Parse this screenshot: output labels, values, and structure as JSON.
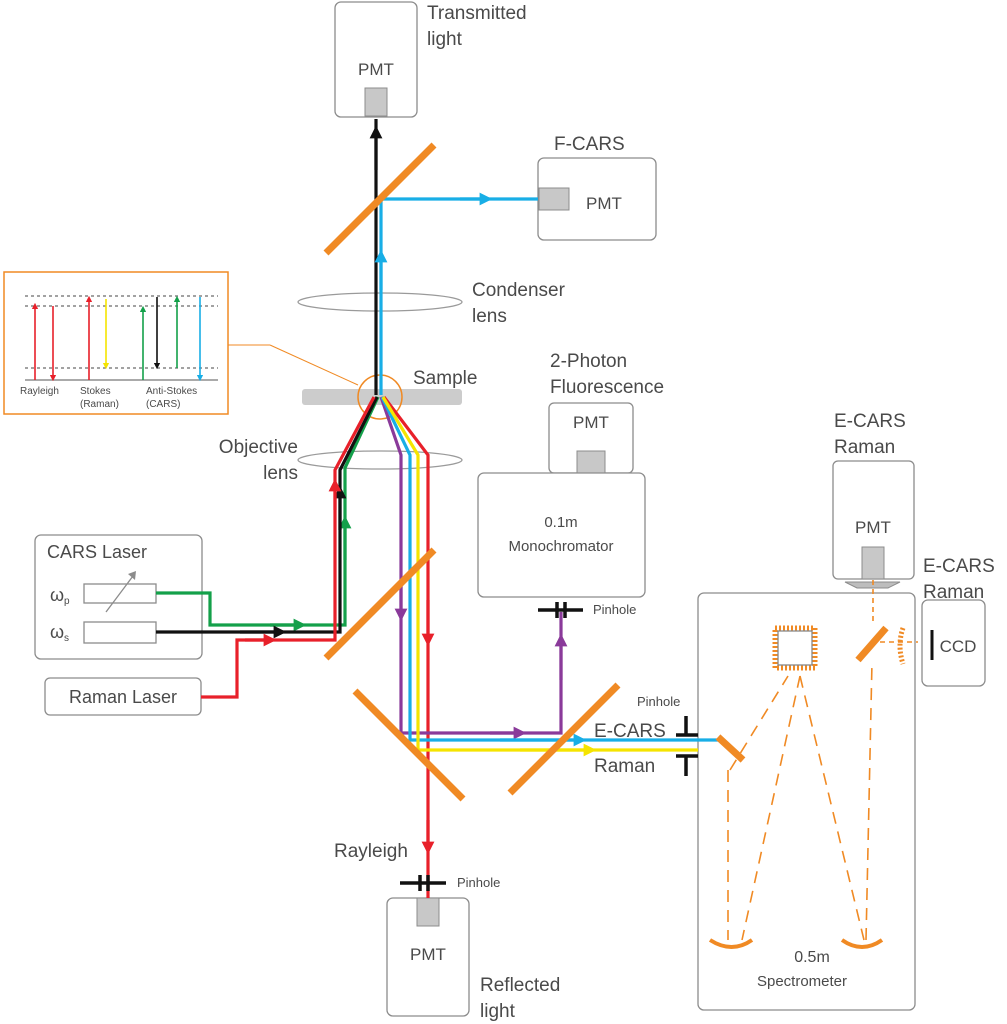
{
  "labels": {
    "transmitted": [
      "Transmitted",
      "light"
    ],
    "fcars": "F-CARS",
    "condenser": [
      "Condenser",
      "lens"
    ],
    "sample": "Sample",
    "two_photon": [
      "2-Photon",
      "Fluorescence"
    ],
    "objective": [
      "Objective",
      "lens"
    ],
    "ecars_raman_top": [
      "E-CARS",
      "Raman"
    ],
    "ecars_raman_side": [
      "E-CARS",
      "Raman"
    ],
    "ecars_slit": "E-CARS",
    "raman_slit": "Raman",
    "rayleigh": "Rayleigh",
    "reflected": [
      "Reflected",
      "light"
    ],
    "cars_laser": "CARS Laser",
    "omega_p": "ω",
    "omega_p_sub": "p",
    "omega_s": "ω",
    "omega_s_sub": "s",
    "raman_laser": "Raman Laser",
    "monochromator": [
      "0.1m",
      "Monochromator"
    ],
    "spectrometer_size": "0.5m",
    "spectrometer": "Spectrometer",
    "ccd": "CCD",
    "pmt": "PMT",
    "pinhole": "Pinhole"
  },
  "inset": {
    "rayleigh": "Rayleigh",
    "stokes": [
      "Stokes",
      "(Raman)"
    ],
    "antistokes": [
      "Anti-Stokes",
      "(CARS)"
    ]
  },
  "colors": {
    "red": "#e8202a",
    "green": "#14a04a",
    "blue": "#18aee6",
    "yellow": "#f5e400",
    "purple": "#8a3a9a",
    "black": "#111111",
    "orange": "#f08a24"
  }
}
